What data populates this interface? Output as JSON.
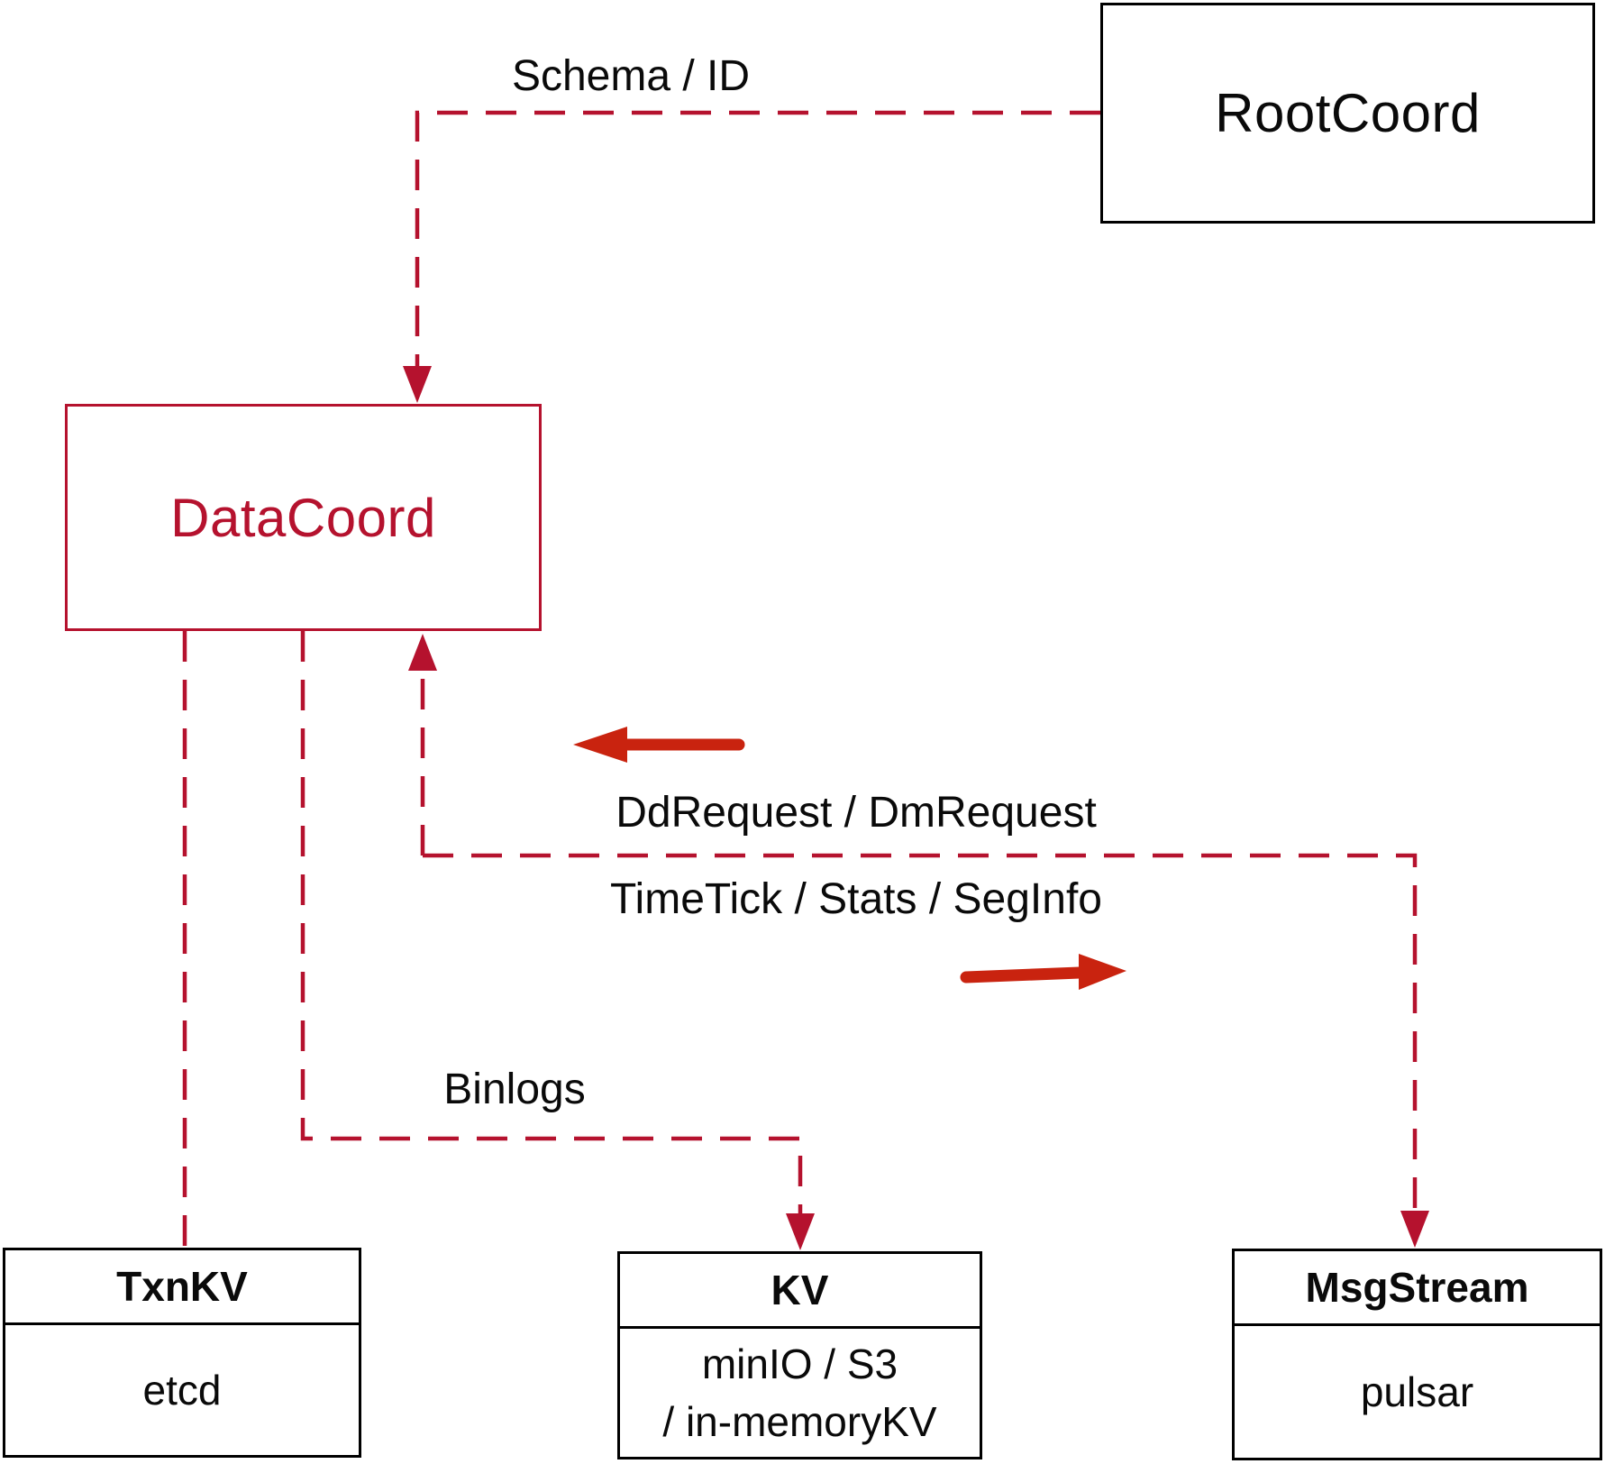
{
  "nodes": {
    "rootcoord": {
      "label": "RootCoord"
    },
    "datacoord": {
      "label": "DataCoord"
    },
    "txnkv": {
      "title": "TxnKV",
      "body": "etcd"
    },
    "kv": {
      "title": "KV",
      "body_line_1": "minIO / S3",
      "body_line_2": "/ in-memoryKV"
    },
    "msgstream": {
      "title": "MsgStream",
      "body": "pulsar"
    }
  },
  "edges": {
    "schema_id_label": "Schema / ID",
    "dd_dm_label": "DdRequest / DmRequest",
    "timetick_label": "TimeTick / Stats / SegInfo",
    "binlogs_label": "Binlogs"
  },
  "colors": {
    "line_red": "#b5122e",
    "arrow_red": "#c9230f",
    "box_border_black": "#000000"
  }
}
